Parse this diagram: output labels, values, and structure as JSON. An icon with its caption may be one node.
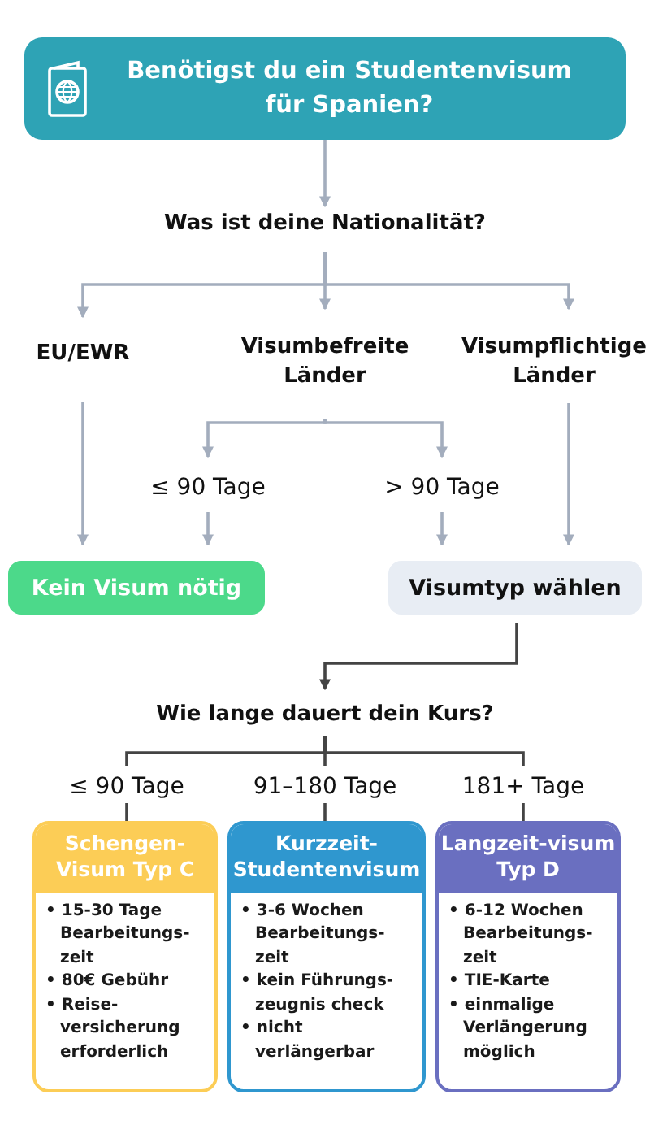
{
  "diagram": {
    "nodes": [
      {
        "text": [
          "Benötigst du ein Studentenvisum für Spanien?"
        ]
      },
      {
        "text": [
          "Was ist deine Nationalität?"
        ]
      },
      {
        "text": [
          "EU/EWR"
        ]
      },
      {
        "text": [
          "Visumbefreite Länder"
        ]
      },
      {
        "text": [
          "Visumpflichtige Länder"
        ]
      },
      {
        "text": [
          "≤ 90 Tage"
        ]
      },
      {
        "text": [
          "> 90 Tage"
        ]
      },
      {
        "text": [
          "Kein Visum nötig"
        ]
      },
      {
        "text": [
          "Visumtyp wählen"
        ]
      },
      {
        "text": [
          "Wie lange dauert dein Kurs?"
        ]
      },
      {
        "text": [
          "≤ 90 Tage"
        ]
      },
      {
        "text": [
          "91–180 Tage"
        ]
      },
      {
        "text": [
          "181+ Tage"
        ]
      },
      {
        "text": [
          "Schengen-Visum Typ C",
          "• 15-30 Tage Bearbeitungs-zeit",
          "• 80€ Gebühr",
          "• Reise-versicherung erforderlich"
        ]
      },
      {
        "text": [
          "Kurzzeit-Studentenvisum",
          "• 3-6 Wochen Bearbeitungs-zeit",
          "• kein Führungs-zeugnis check",
          "• nicht verlängerbar"
        ]
      },
      {
        "text": [
          "Langzeit-visum Typ D",
          "• 6-12 Wochen Bearbeitungs-zeit",
          "• TIE-Karte",
          "• einmalige Verlängerung möglich"
        ]
      }
    ],
    "edges": [
      {
        "from": 0,
        "to": 1,
        "arrow": "to"
      },
      {
        "from": 1,
        "to": 2,
        "arrow": "to"
      },
      {
        "from": 1,
        "to": 3,
        "arrow": "to"
      },
      {
        "from": 1,
        "to": 4,
        "arrow": "to"
      },
      {
        "from": 3,
        "to": 5,
        "arrow": "to"
      },
      {
        "from": 3,
        "to": 6,
        "arrow": "to"
      },
      {
        "from": 2,
        "to": 7,
        "arrow": "to"
      },
      {
        "from": 5,
        "to": 7,
        "arrow": "to"
      },
      {
        "from": 6,
        "to": 8,
        "arrow": "to"
      },
      {
        "from": 4,
        "to": 8,
        "arrow": "to"
      },
      {
        "from": 8,
        "to": 9,
        "arrow": "to",
        "color": "#444444"
      },
      {
        "from": 9,
        "to": 10,
        "arrow": "none",
        "color": "#444444"
      },
      {
        "from": 9,
        "to": 11,
        "arrow": "none",
        "color": "#444444"
      },
      {
        "from": 9,
        "to": 12,
        "arrow": "none",
        "color": "#444444"
      },
      {
        "from": 10,
        "to": 13,
        "arrow": "none",
        "color": "#444444"
      },
      {
        "from": 11,
        "to": 14,
        "arrow": "none",
        "color": "#444444"
      },
      {
        "from": 12,
        "to": 15,
        "arrow": "none",
        "color": "#444444"
      }
    ]
  }
}
